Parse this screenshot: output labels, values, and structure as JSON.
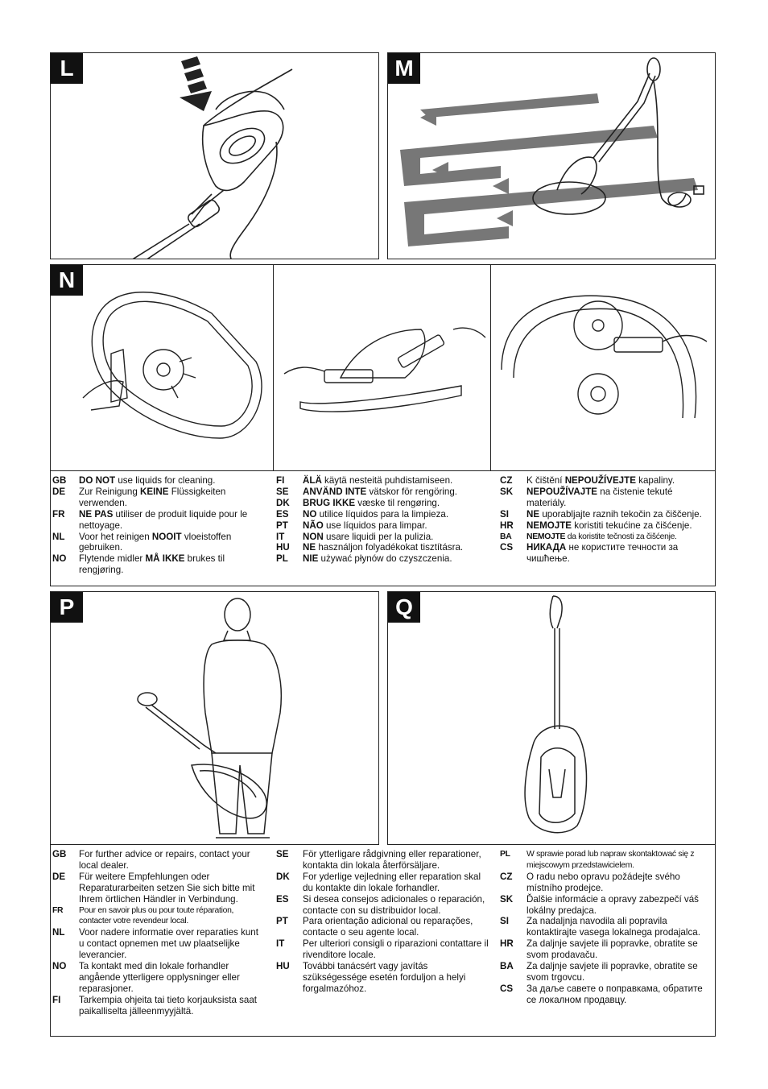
{
  "panels": {
    "L": "L",
    "M": "M",
    "N": "N",
    "P": "P",
    "Q": "Q"
  },
  "cleaning": {
    "col1": [
      {
        "code": "GB",
        "pre": "",
        "bold": "DO NOT",
        "post": " use liquids for cleaning."
      },
      {
        "code": "DE",
        "pre": "Zur Reinigung ",
        "bold": "KEINE",
        "post": " Flüssigkeiten verwenden."
      },
      {
        "code": "FR",
        "pre": "",
        "bold": "NE PAS",
        "post": " utiliser de produit liquide pour le nettoyage."
      },
      {
        "code": "NL",
        "pre": "Voor het reinigen ",
        "bold": "NOOIT",
        "post": " vloeistoffen gebruiken."
      },
      {
        "code": "NO",
        "pre": "Flytende midler ",
        "bold": "MÅ IKKE",
        "post": " brukes til rengjøring."
      }
    ],
    "col2": [
      {
        "code": "FI",
        "pre": "",
        "bold": "ÄLÄ",
        "post": " käytä nesteitä puhdistamiseen."
      },
      {
        "code": "SE",
        "pre": "",
        "bold": "ANVÄND INTE",
        "post": " vätskor för rengöring."
      },
      {
        "code": "DK",
        "pre": "",
        "bold": "BRUG IKKE",
        "post": " væske til rengøring."
      },
      {
        "code": "ES",
        "pre": "",
        "bold": "NO",
        "post": " utilice líquidos para la limpieza."
      },
      {
        "code": "PT",
        "pre": "",
        "bold": "NÃO",
        "post": " use líquidos para limpar."
      },
      {
        "code": "IT",
        "pre": "",
        "bold": "NON",
        "post": " usare liquidi per la pulizia."
      },
      {
        "code": "HU",
        "pre": "",
        "bold": "NE",
        "post": " használjon folyadékokat tisztításra."
      },
      {
        "code": "PL",
        "pre": "",
        "bold": "NIE",
        "post": " używać płynów do czyszczenia."
      }
    ],
    "col3": [
      {
        "code": "CZ",
        "pre": "K čištění ",
        "bold": "NEPOUŽÍVEJTE",
        "post": " kapaliny."
      },
      {
        "code": "SK",
        "pre": "",
        "bold": "NEPOUŽÍVAJTE",
        "post": " na čistenie tekuté materiály."
      },
      {
        "code": "SI",
        "pre": "",
        "bold": "NE",
        "post": " uporabljajte raznih tekočin za čiščenje."
      },
      {
        "code": "HR",
        "pre": "",
        "bold": "NEMOJTE",
        "post": " koristiti tekućine za čišćenje."
      },
      {
        "code": "BA",
        "pre": "",
        "bold": "NEMOJTE",
        "post": " da koristite tečnosti za čišćenje."
      },
      {
        "code": "CS",
        "pre": "",
        "bold": "НИКАДА",
        "post": " не користите течности за чишћење."
      }
    ]
  },
  "advice": {
    "col1": [
      {
        "code": "GB",
        "text": "For further advice or repairs, contact your local dealer."
      },
      {
        "code": "DE",
        "text": "Für weitere Empfehlungen oder Reparaturarbeiten setzen Sie sich bitte mit Ihrem örtlichen Händler in Verbindung."
      },
      {
        "code": "FR",
        "text": "Pour en savoir plus ou pour toute réparation, contacter votre revendeur local."
      },
      {
        "code": "NL",
        "text": "Voor nadere informatie over reparaties kunt u contact opnemen met uw plaatselijke leverancier."
      },
      {
        "code": "NO",
        "text": "Ta kontakt med din lokale forhandler angående ytterligere opplysninger eller reparasjoner."
      },
      {
        "code": "FI",
        "text": "Tarkempia ohjeita tai tieto korjauksista saat paikalliselta jälleenmyyjältä."
      }
    ],
    "col2": [
      {
        "code": "SE",
        "text": "För ytterligare rådgivning eller reparationer, kontakta din lokala återförsäljare."
      },
      {
        "code": "DK",
        "text": "For yderlige vejledning eller reparation skal du kontakte din lokale forhandler."
      },
      {
        "code": "ES",
        "text": "Si desea consejos adicionales o reparación, contacte con su distribuidor local."
      },
      {
        "code": "PT",
        "text": "Para orientação adicional ou reparações, contacte o seu agente local."
      },
      {
        "code": "IT",
        "text": "Per ulteriori consigli o riparazioni contattare il rivenditore locale."
      },
      {
        "code": "HU",
        "text": "További tanácsért vagy javítás szükségessége esetén forduljon a helyi forgalmazóhoz."
      }
    ],
    "col3": [
      {
        "code": "PL",
        "text": "W sprawie porad lub napraw skontaktować się z miejscowym przedstawicielem."
      },
      {
        "code": "CZ",
        "text": "O radu nebo opravu požádejte svého místního prodejce."
      },
      {
        "code": "SK",
        "text": "Ďalšie informácie a opravy zabezpečí váš lokálny predajca."
      },
      {
        "code": "SI",
        "text": "Za nadaljnja navodila ali popravila kontaktirajte vasega lokalnega prodajalca."
      },
      {
        "code": "HR",
        "text": "Za daljnje savjete ili popravke, obratite se svom prodavaču."
      },
      {
        "code": "BA",
        "text": "Za daljnje savjete ili popravke, obratite se svom trgovcu."
      },
      {
        "code": "CS",
        "text": "За даље савете о поправкама, обратите се локалном продавцу."
      }
    ]
  }
}
